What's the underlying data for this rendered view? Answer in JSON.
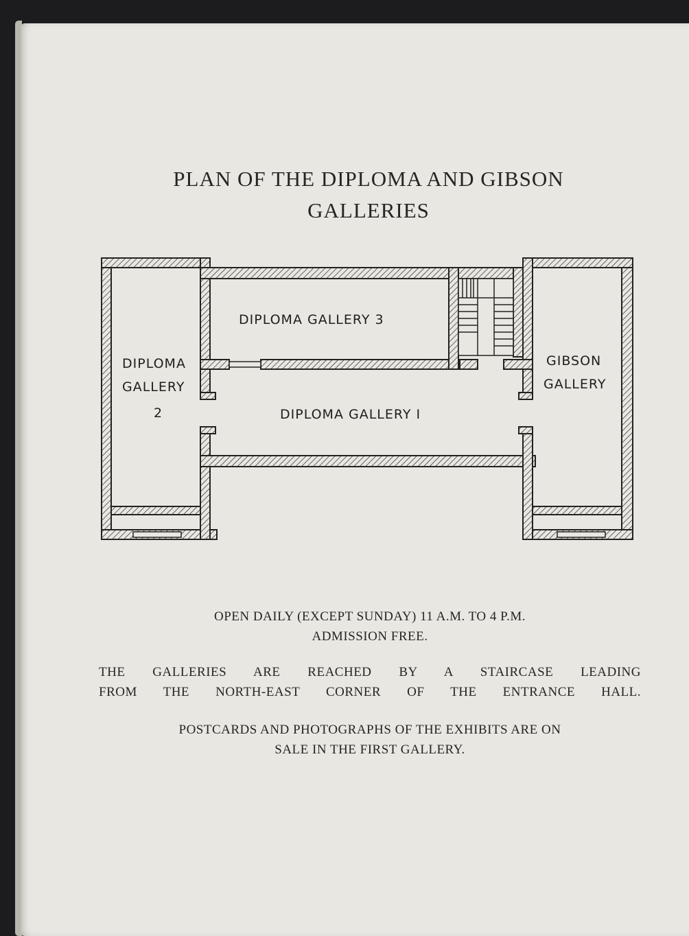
{
  "title": {
    "line1": "PLAN OF THE DIPLOMA AND GIBSON",
    "line2": "GALLERIES"
  },
  "plan": {
    "gallery3": "DIPLOMA GALLERY 3",
    "gallery2_line1": "DIPLOMA",
    "gallery2_line2": "GALLERY",
    "gallery2_number": "2",
    "gallery1": "DIPLOMA GALLERY I",
    "gibson_line1": "GIBSON",
    "gibson_line2": "GALLERY"
  },
  "notes": {
    "hours_line1": "OPEN DAILY (EXCEPT SUNDAY) 11 A.M. TO 4 P.M.",
    "hours_line2": "ADMISSION FREE.",
    "access_line1": "THE GALLERIES ARE REACHED BY A STAIRCASE LEADING",
    "access_line2": "FROM THE NORTH-EAST CORNER OF THE ENTRANCE HALL.",
    "sale_line1": "POSTCARDS AND PHOTOGRAPHS OF THE EXHIBITS ARE ON",
    "sale_line2": "SALE IN THE FIRST GALLERY."
  }
}
